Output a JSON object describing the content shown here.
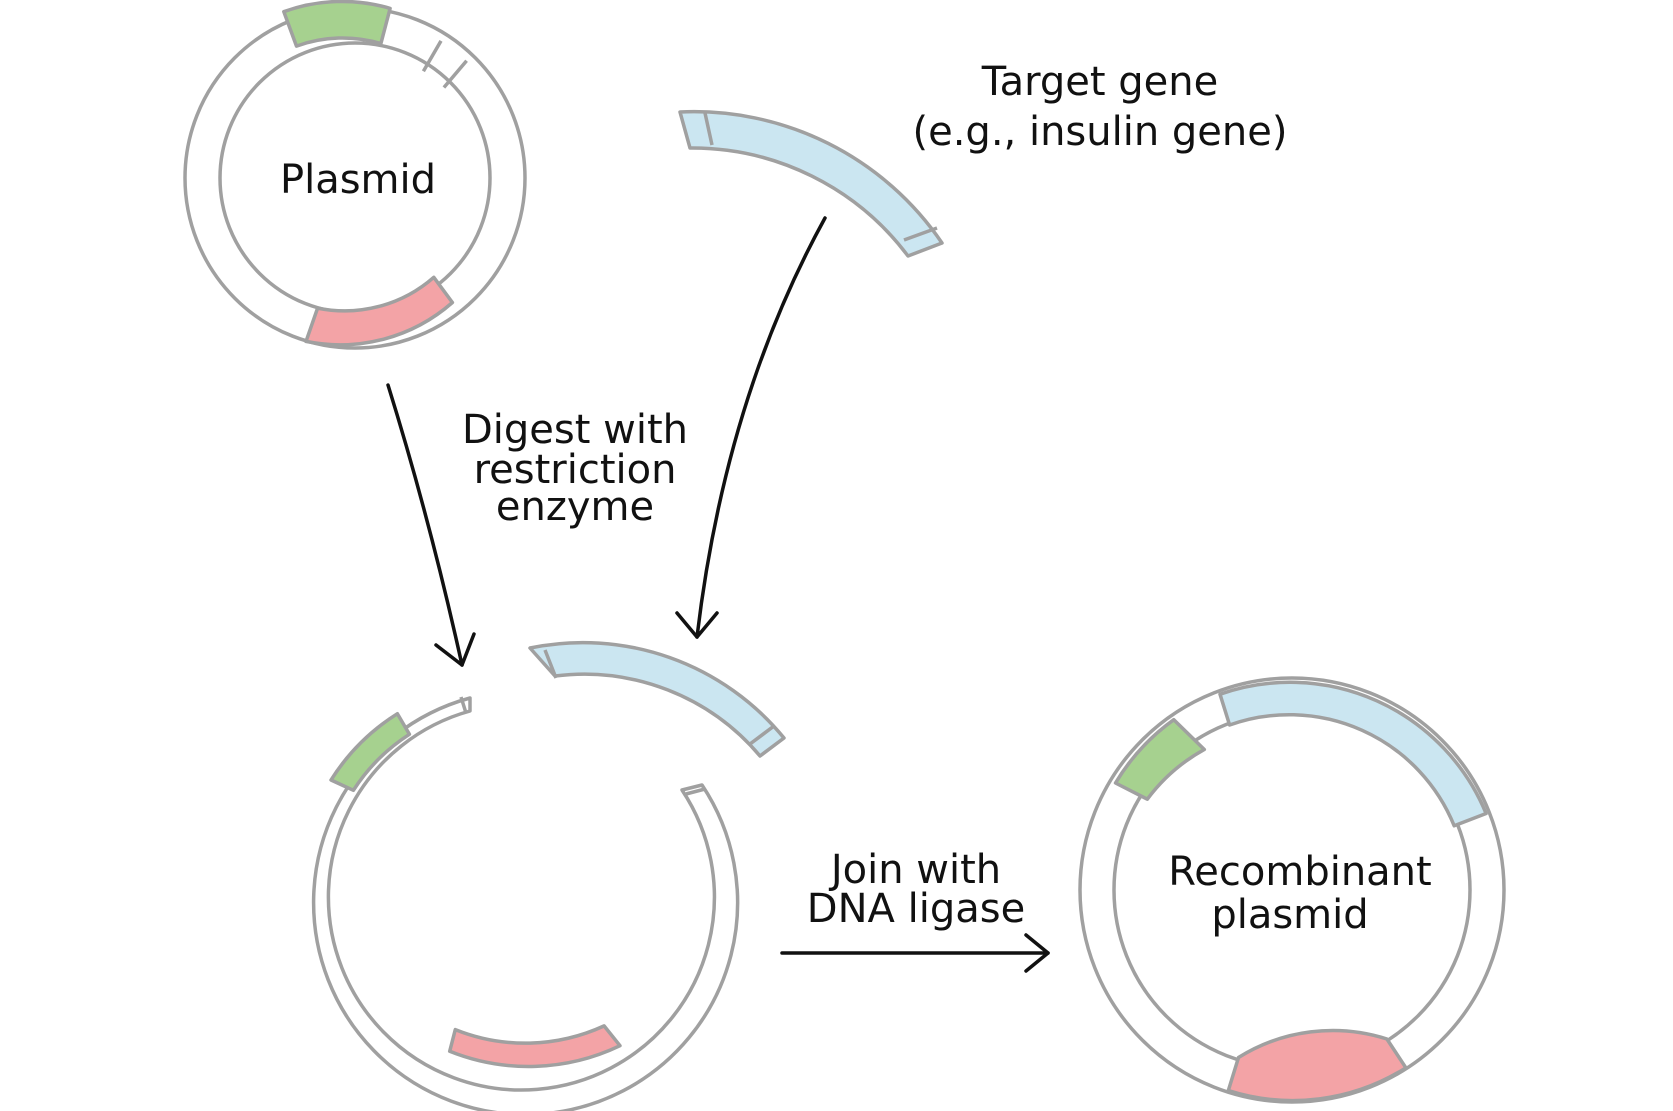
{
  "labels": {
    "plasmid": "Plasmid",
    "target_gene_line1": "Target gene",
    "target_gene_line2": "(e.g., insulin gene)",
    "digest_line1": "Digest with",
    "digest_line2": "restriction",
    "digest_line3": "enzyme",
    "join_line1": "Join with",
    "join_line2": "DNA ligase",
    "recombinant_line1": "Recombinant",
    "recombinant_line2": "plasmid"
  },
  "colors": {
    "green_segment": "#a6d18f",
    "red_segment": "#f3a3a6",
    "blue_segment": "#cbe6f1",
    "outline": "#a0a0a0",
    "ink": "#111111"
  }
}
